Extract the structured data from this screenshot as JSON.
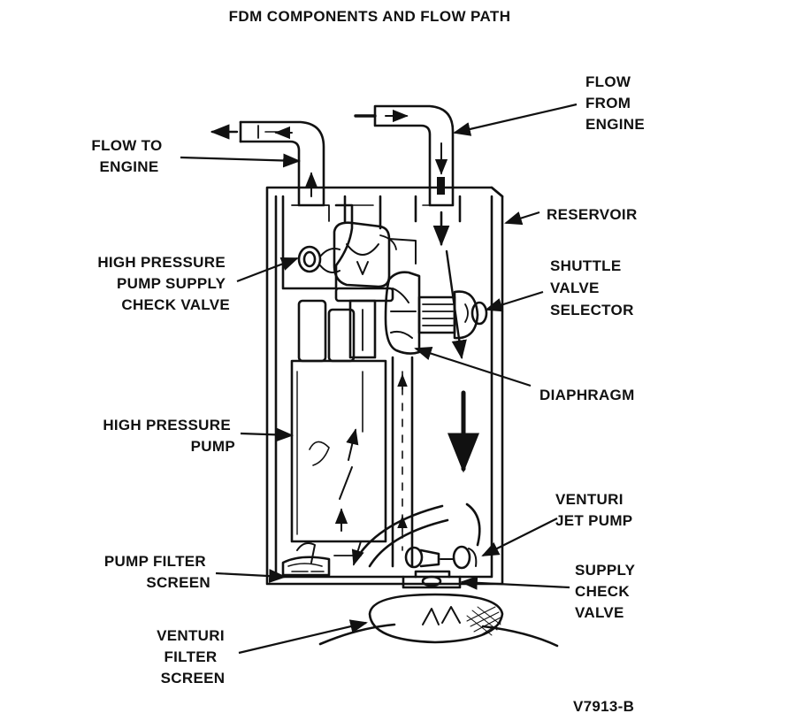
{
  "title": "FDM COMPONENTS AND FLOW PATH",
  "figure_id": "V7913-B",
  "labels": {
    "flow_to_engine": [
      "FLOW TO",
      "ENGINE"
    ],
    "flow_from_engine": [
      "FLOW",
      "FROM",
      "ENGINE"
    ],
    "reservoir": [
      "RESERVOIR"
    ],
    "hp_supply_check_valve": [
      "HIGH PRESSURE",
      "PUMP SUPPLY",
      "CHECK VALVE"
    ],
    "shuttle_valve_selector": [
      "SHUTTLE",
      "VALVE",
      "SELECTOR"
    ],
    "diaphragm": [
      "DIAPHRAGM"
    ],
    "high_pressure_pump": [
      "HIGH PRESSURE",
      "PUMP"
    ],
    "venturi_jet_pump": [
      "VENTURI",
      "JET PUMP"
    ],
    "pump_filter_screen": [
      "PUMP FILTER",
      "SCREEN"
    ],
    "supply_check_valve": [
      "SUPPLY",
      "CHECK",
      "VALVE"
    ],
    "venturi_filter_screen": [
      "VENTURI",
      "FILTER",
      "SCREEN"
    ]
  },
  "colors": {
    "ink": "#111111",
    "paper": "#ffffff"
  }
}
